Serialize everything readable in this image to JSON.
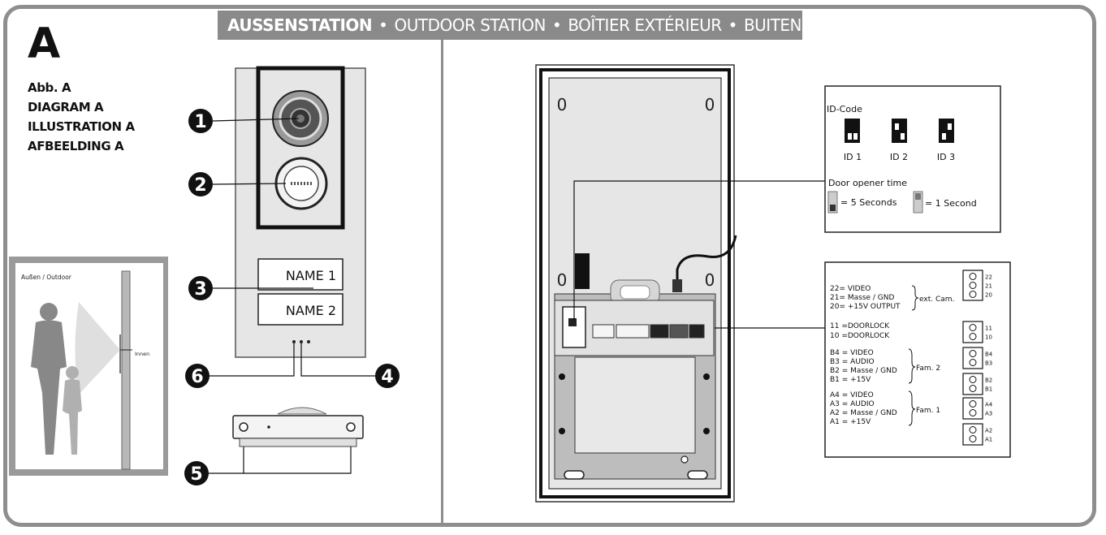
{
  "header": {
    "aussenstation": "AUSSENSTATION",
    "outdoor": "OUTDOOR STATION",
    "boitier": "BOÎTIER EXTÉRIEUR",
    "buitenstation": "BUITENSTATION",
    "separator": "•"
  },
  "panel_letter": "A",
  "diagram_titles": [
    "Abb. A",
    "DIAGRAM A",
    "ILLUSTRATION A",
    "AFBEELDING A"
  ],
  "callouts": [
    "1",
    "2",
    "3",
    "4",
    "5",
    "6"
  ],
  "name_labels": [
    "NAME 1",
    "NAME 2"
  ],
  "mounting_scene": {
    "outside_label": "Außen / Outdoor",
    "inside_label": "Innen"
  },
  "housing_screw_marks": [
    "0",
    "0",
    "0",
    "0"
  ],
  "id_code": {
    "title": "ID-Code",
    "ids": [
      "ID 1",
      "ID 2",
      "ID 3"
    ],
    "door_opener_title": "Door opener time",
    "opt_5s": "= 5 Seconds",
    "opt_1s": "= 1 Second"
  },
  "terminals": {
    "ext_cam": [
      "22= VIDEO",
      "21= Masse / GND",
      "20= +15V OUTPUT"
    ],
    "ext_cam_label": "ext. Cam.",
    "doorlock": [
      "11 =DOORLOCK",
      "10 =DOORLOCK"
    ],
    "fam2": [
      "B4 = VIDEO",
      "B3 = AUDIO",
      "B2 = Masse / GND",
      "B1 = +15V"
    ],
    "fam2_label": "Fam. 2",
    "fam1": [
      "A4 = VIDEO",
      "A3 = AUDIO",
      "A2 = Masse / GND",
      "A1 = +15V"
    ],
    "fam1_label": "Fam. 1",
    "block_numbers": [
      [
        "22",
        "21",
        "20"
      ],
      [
        "11",
        "10"
      ],
      [
        "B4",
        "B3"
      ],
      [
        "B2",
        "B1"
      ],
      [
        "A4",
        "A3"
      ],
      [
        "A2",
        "A1"
      ]
    ]
  },
  "colors": {
    "frame": "#8e8e8e",
    "header_bg": "#8a8a8a",
    "panel_bg": "#e6e6e6"
  }
}
